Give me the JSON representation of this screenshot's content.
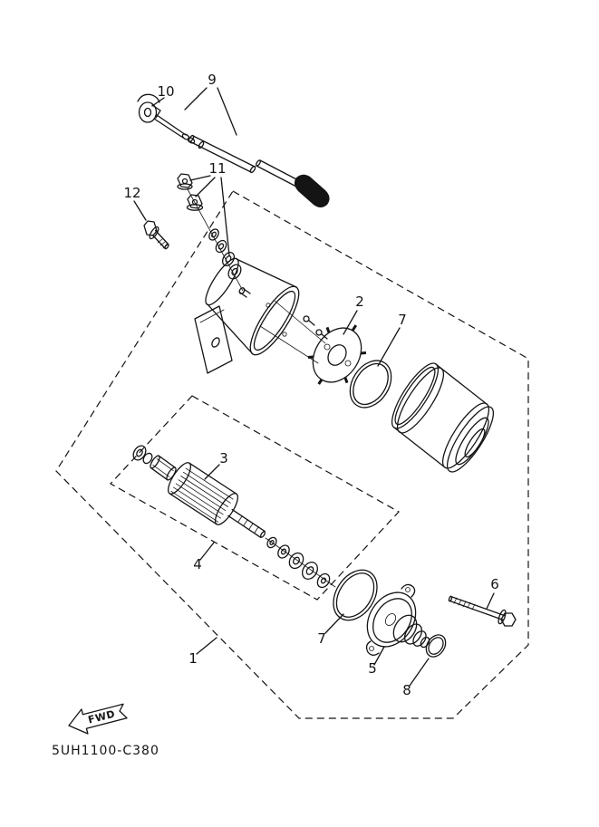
{
  "page": {
    "background": "#ffffff",
    "ink_color": "#141414"
  },
  "diagram": {
    "drawing_code": "5UH1100-C380",
    "fwd_arrow_label": "FWD",
    "part_labels": {
      "p1": "1",
      "p2": "2",
      "p3": "3",
      "p4": "4",
      "p5": "5",
      "p6": "6",
      "p7_upper": "7",
      "p7_lower": "7",
      "p8": "8",
      "p9": "9",
      "p10": "10",
      "p11": "11",
      "p12": "12"
    }
  }
}
